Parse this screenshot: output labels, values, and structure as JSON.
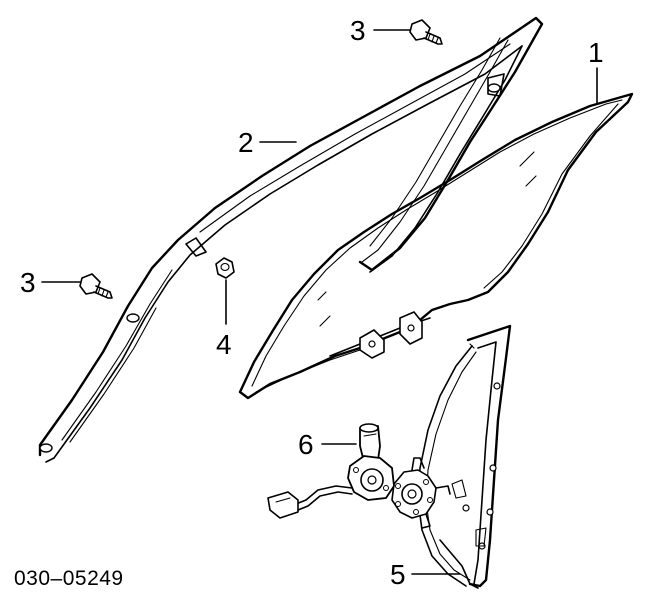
{
  "callouts": {
    "c1": "1",
    "c2": "2",
    "c3_top": "3",
    "c3_left": "3",
    "c4": "4",
    "c5": "5",
    "c6": "6"
  },
  "part_number": "030–05249"
}
